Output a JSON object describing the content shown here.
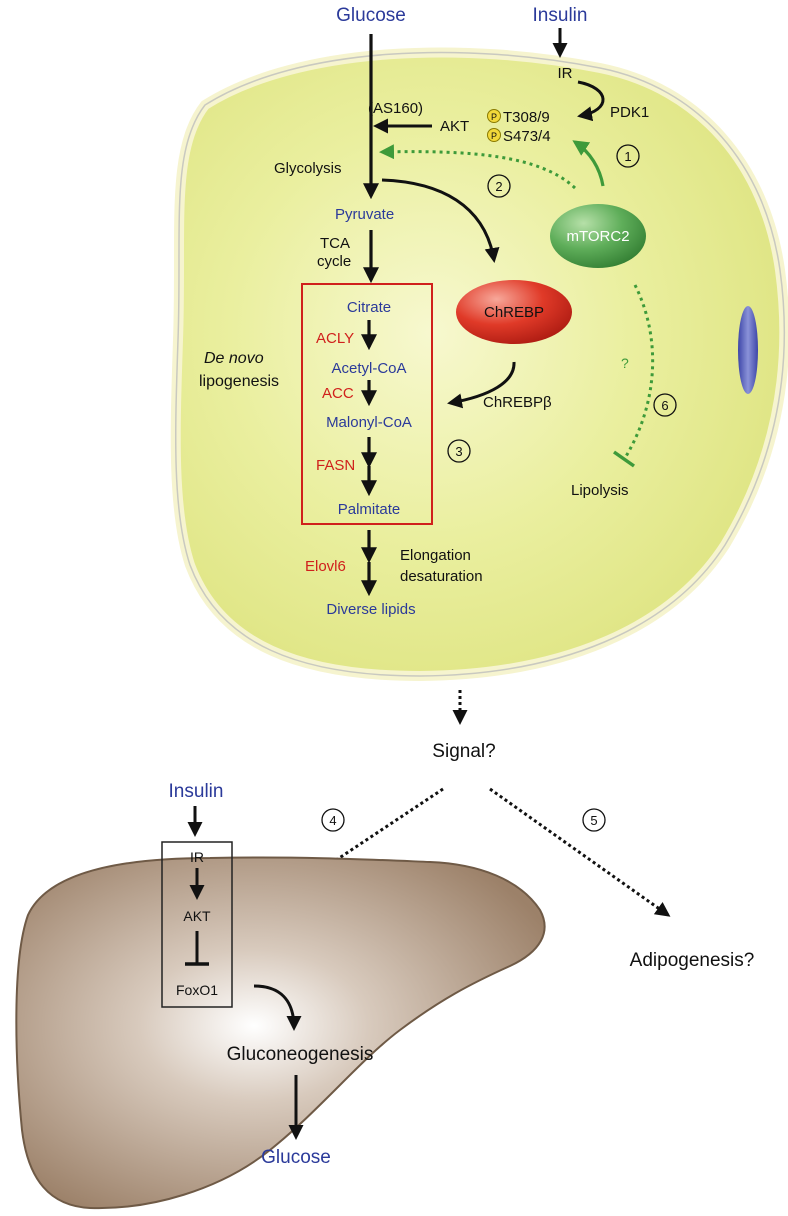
{
  "cell": {
    "glucose_in": "Glucose",
    "insulin_in": "Insulin",
    "ir": "IR",
    "pdk1": "PDK1",
    "as160": "(AS160)",
    "akt": "AKT",
    "p_symbol": "P",
    "t308": "T308/9",
    "s473": "S473/4",
    "glycolysis": "Glycolysis",
    "pyruvate": "Pyruvate",
    "tca_line1": "TCA",
    "tca_line2": "cycle",
    "mtorc2": "mTORC2",
    "chrebp": "ChREBP",
    "chrebp_beta": "ChREBPβ",
    "denovo_line1": "De novo",
    "denovo_line2": "lipogenesis",
    "lipolysis": "Lipolysis",
    "question": "?",
    "elongation_line1": "Elongation",
    "elongation_line2": "desaturation",
    "elovl6": "Elovl6",
    "diverse_lipids": "Diverse lipids"
  },
  "lipogenesis_box": {
    "citrate": "Citrate",
    "acly": "ACLY",
    "acetyl_coa": "Acetyl-CoA",
    "acc": "ACC",
    "malonyl_coa": "Malonyl-CoA",
    "fasn": "FASN",
    "palmitate": "Palmitate"
  },
  "steps": [
    "1",
    "2",
    "3",
    "4",
    "5",
    "6"
  ],
  "signal": "Signal?",
  "adipogenesis": "Adipogenesis?",
  "liver": {
    "insulin": "Insulin",
    "ir": "IR",
    "akt": "AKT",
    "foxo1": "FoxO1",
    "gluconeogenesis": "Gluconeogenesis",
    "glucose_out": "Glucose"
  },
  "colors": {
    "cell_fill": "#e9ee9a",
    "cell_border": "#f6f4cf",
    "metabolite_blue": "#2b3a9a",
    "enzyme_red": "#d0201c",
    "mtorc2_green": "#4f9e4f",
    "chrebp_red": "#d8281c",
    "liver_brown": "#a38a72",
    "arrow_green": "#3e9a3a"
  }
}
